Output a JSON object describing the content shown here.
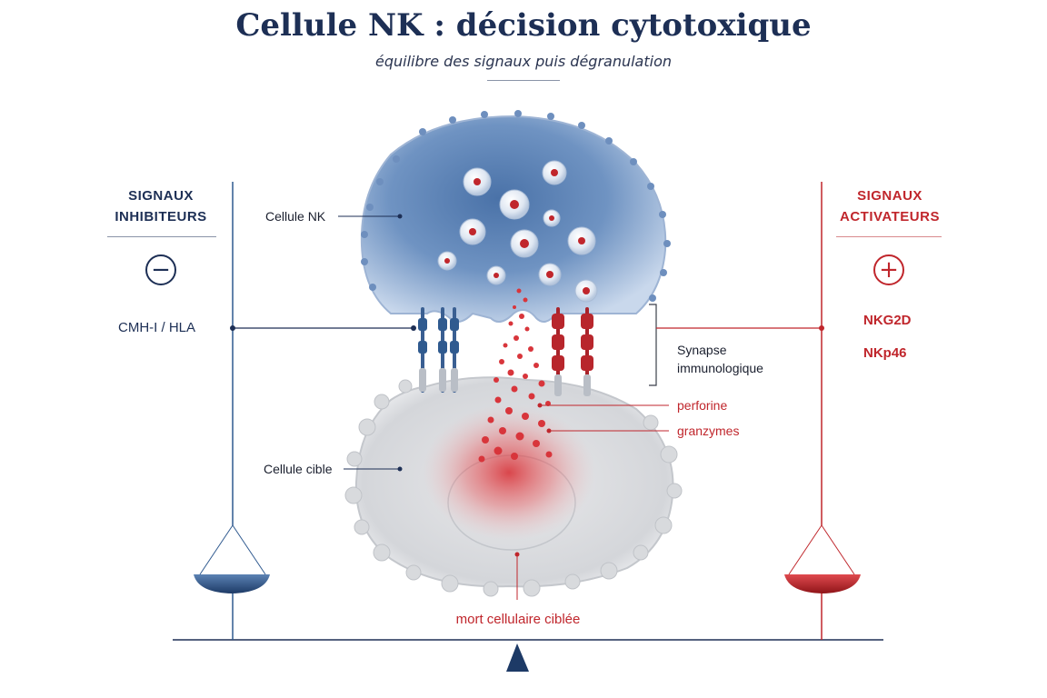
{
  "header": {
    "title": "Cellule NK : décision cytotoxique",
    "subtitle": "équilibre des signaux puis dégranulation"
  },
  "inhibitory": {
    "heading_line1": "SIGNAUX",
    "heading_line2": "INHIBITEURS",
    "sign": "−",
    "receptor": "CMH-I / HLA",
    "color": "#2f5a8f"
  },
  "activating": {
    "heading_line1": "SIGNAUX",
    "heading_line2": "ACTIVATEURS",
    "sign": "+",
    "receptors": [
      "NKG2D",
      "NKp46"
    ],
    "color": "#c0262c"
  },
  "labels": {
    "nk_cell": "Cellule NK",
    "target_cell": "Cellule cible",
    "synapse_line1": "Synapse",
    "synapse_line2": "immunologique",
    "perforin": "perforine",
    "granzymes": "granzymes",
    "outcome": "mort cellulaire ciblée"
  }
}
